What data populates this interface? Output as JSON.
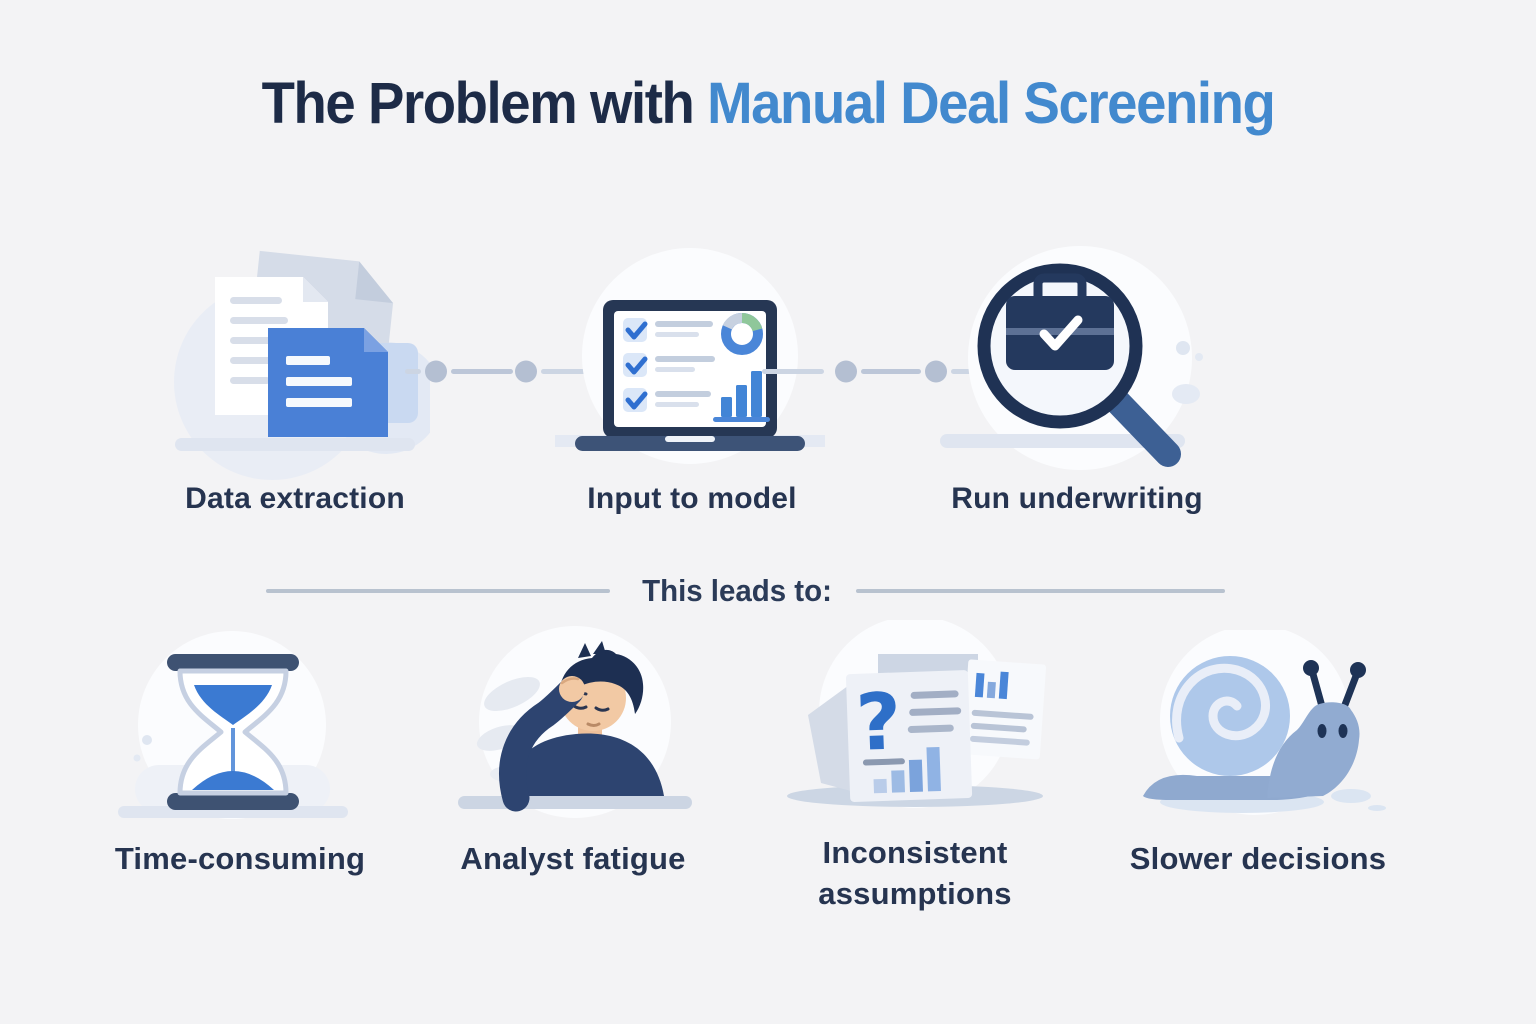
{
  "title": {
    "prefix": "The Problem with ",
    "highlight": "Manual Deal Screening"
  },
  "process_steps": [
    {
      "label": "Data extraction",
      "icon": "documents-icon"
    },
    {
      "label": "Input to model",
      "icon": "laptop-checklist-icon"
    },
    {
      "label": "Run underwriting",
      "icon": "magnifying-glass-briefcase-icon"
    }
  ],
  "divider": {
    "label": "This leads to:"
  },
  "consequences": [
    {
      "label": "Time-consuming",
      "icon": "hourglass-icon"
    },
    {
      "label": "Analyst fatigue",
      "icon": "fatigued-analyst-icon"
    },
    {
      "label": "Inconsistent assumptions",
      "icon": "question-mark-documents-icon"
    },
    {
      "label": "Slower decisions",
      "icon": "snail-icon"
    }
  ],
  "palette": {
    "bg": "#f3f3f5",
    "title_dark": "#1d2b47",
    "title_blue": "#4289ce",
    "label_navy": "#263450",
    "icon_navy": "#24395e",
    "icon_slate": "#3d5377",
    "doc_blue": "#4a80d6",
    "check_blue": "#2f6fd0",
    "sand_blue": "#3b7ad2",
    "question_blue": "#2e6fc8",
    "chart_green": "#8fc79a",
    "snail_shell": "#aec8ea",
    "snail_body": "#8fa9cf",
    "skin": "#f2c9a4",
    "sweater_navy": "#2d4470",
    "hair_navy": "#1d2f52",
    "connector_gray": "#b4bfd2",
    "divider_gray": "#a9b5c6",
    "ground_tint": "#dfe5f0",
    "circle_bg": "#fbfcfe"
  }
}
